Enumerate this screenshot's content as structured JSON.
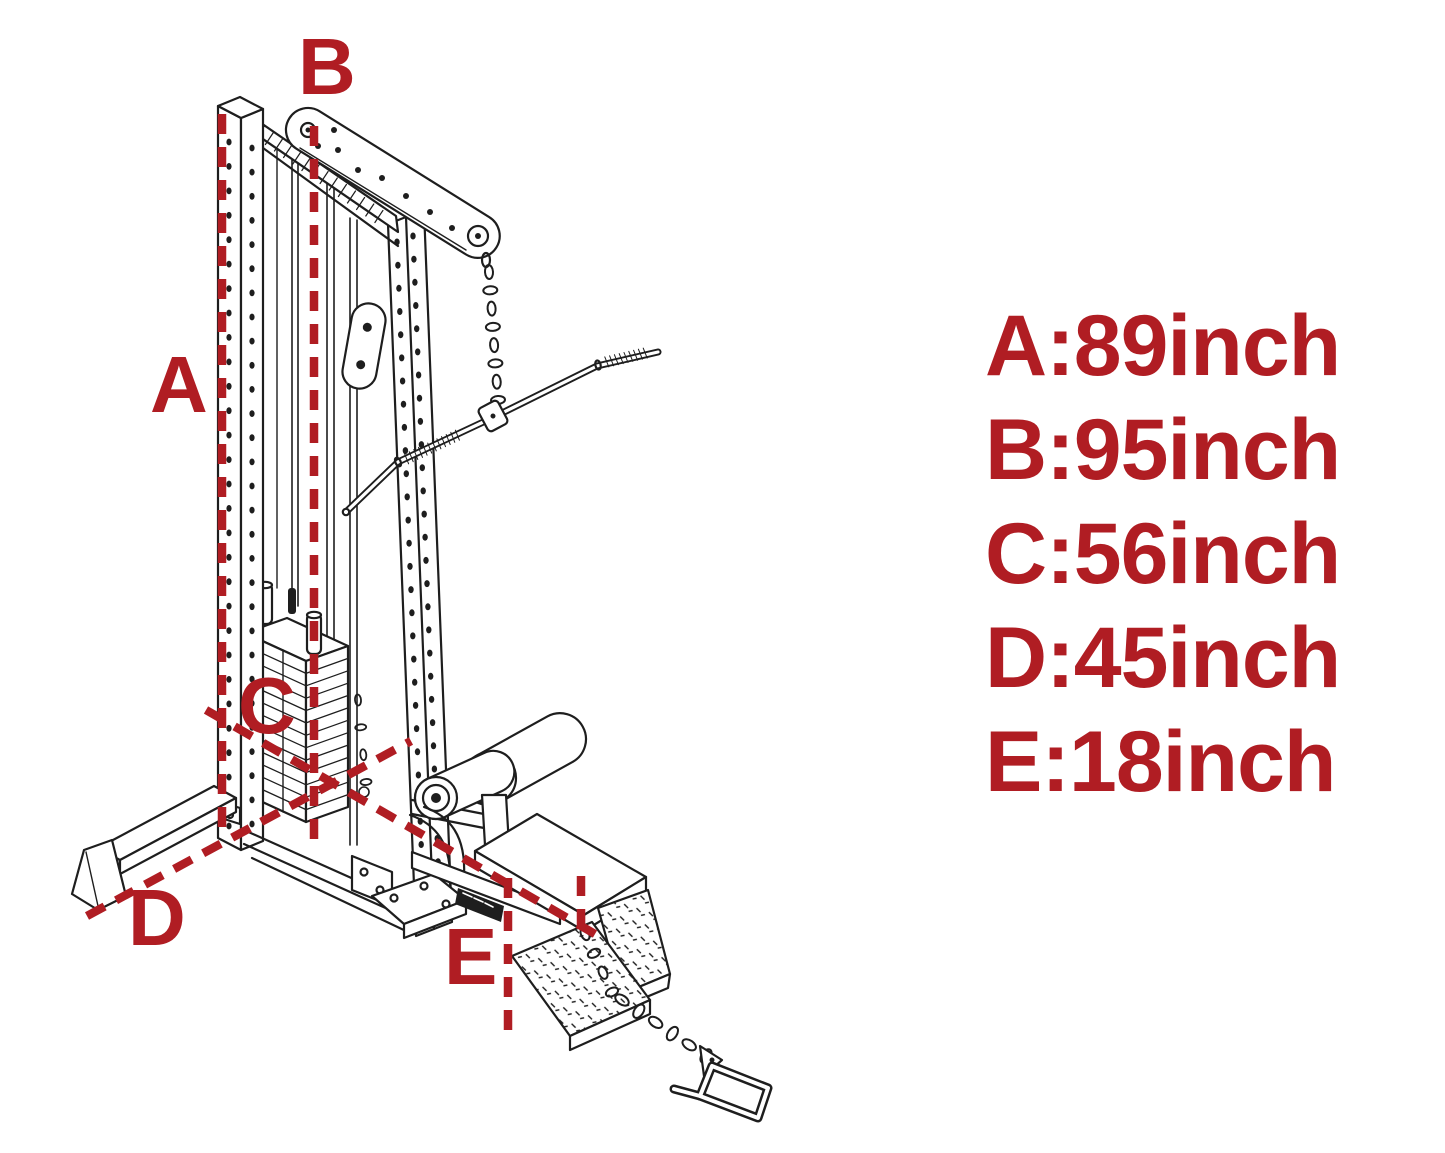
{
  "page": {
    "background_color": "#ffffff"
  },
  "drawing": {
    "line_color": "#1e1e1e"
  },
  "markers": {
    "color": "#b01d23",
    "items": [
      {
        "letter": "A"
      },
      {
        "letter": "B"
      },
      {
        "letter": "C"
      },
      {
        "letter": "D"
      },
      {
        "letter": "E"
      }
    ]
  },
  "legend": {
    "color": "#b01d23",
    "items": [
      {
        "letter": "A",
        "value": "89inch",
        "text": "A:89inch"
      },
      {
        "letter": "B",
        "value": "95inch",
        "text": "B:95inch"
      },
      {
        "letter": "C",
        "value": "56inch",
        "text": "C:56inch"
      },
      {
        "letter": "D",
        "value": "45inch",
        "text": "D:45inch"
      },
      {
        "letter": "E",
        "value": "18inch",
        "text": "E:18inch"
      }
    ]
  }
}
